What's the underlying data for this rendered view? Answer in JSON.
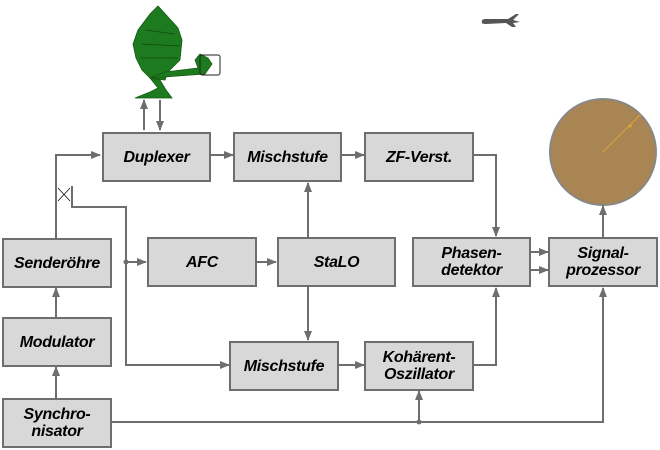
{
  "diagram": {
    "title": "Radar block diagram (Puls-Doppler / MTI)",
    "blocks": {
      "duplexer": "Duplexer",
      "mischstufe_top": "Mischstufe",
      "zf_verst": "ZF-Verst.",
      "senderoehre": "Senderöhre",
      "afc": "AFC",
      "stalo": "StaLO",
      "phasen_1": "Phasen-",
      "phasen_2": "detektor",
      "signal_1": "Signal-",
      "signal_2": "prozessor",
      "modulator": "Modulator",
      "mischstufe_bottom": "Mischstufe",
      "koh_1": "Kohärent-",
      "koh_2": "Oszillator",
      "sync_1": "Synchro-",
      "sync_2": "nisator"
    },
    "icons": {
      "antenna": "radar-antenna-icon",
      "aircraft": "aircraft-icon",
      "display": "ppi-display-icon"
    },
    "colors": {
      "box_fill": "#d8d8d8",
      "box_border": "#6e6e6e",
      "line": "#6e6e6e",
      "antenna": "#1e7a1e",
      "display": "#a88552",
      "sweep": "#e8a838"
    }
  }
}
